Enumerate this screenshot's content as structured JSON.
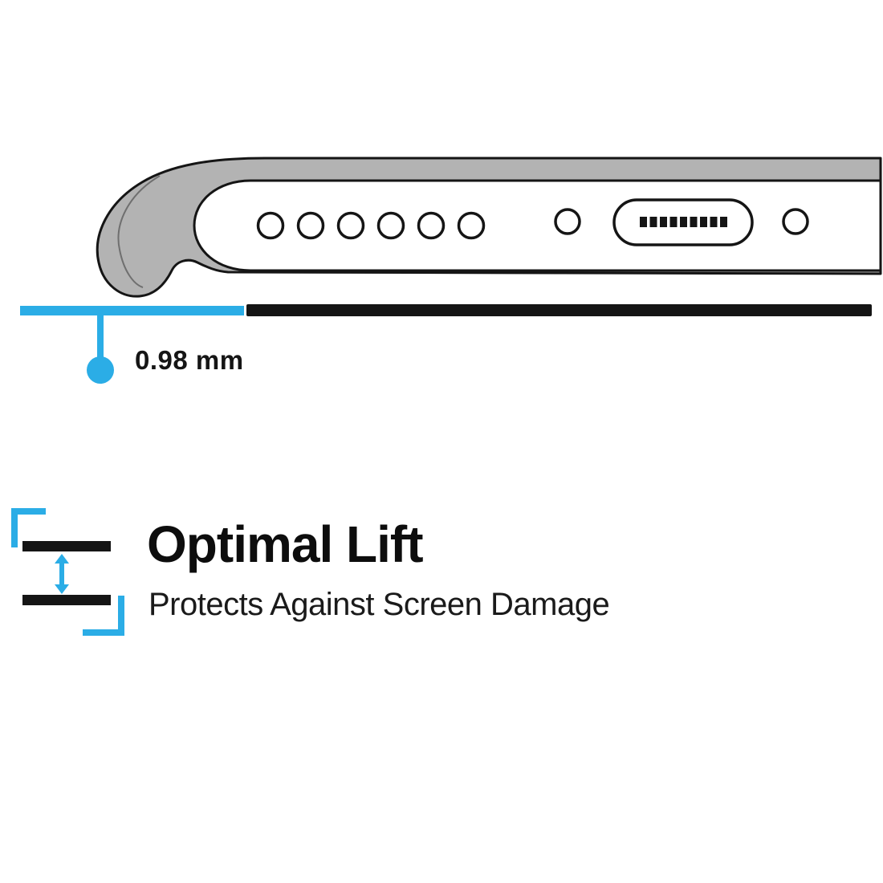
{
  "colors": {
    "accent": "#2bade6",
    "ink": "#151515",
    "case_gray": "#b3b3b3",
    "white": "#ffffff"
  },
  "diagram": {
    "measurement_label": "0.98 mm",
    "speaker_hole_count": 6
  },
  "feature": {
    "title": "Optimal Lift",
    "subtitle": "Protects Against Screen Damage"
  }
}
